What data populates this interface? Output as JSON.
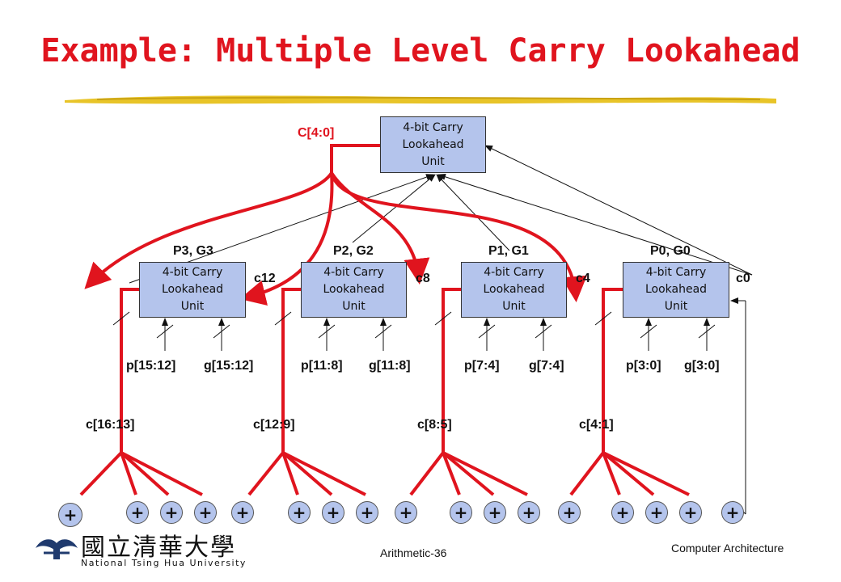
{
  "slide": {
    "title": "Example: Multiple Level Carry Lookahead",
    "top_unit_label": "4-bit Carry\nLookahead\nUnit",
    "top_output_label": "C[4:0]",
    "units": [
      {
        "label": "4-bit Carry\nLookahead\nUnit",
        "pg": "P3, G3",
        "p": "p[15:12]",
        "g": "g[15:12]",
        "c_out": "c[16:13]"
      },
      {
        "label": "4-bit Carry\nLookahead\nUnit",
        "pg": "P2, G2",
        "p": "p[11:8]",
        "g": "g[11:8]",
        "c_out": "c[12:9]"
      },
      {
        "label": "4-bit Carry\nLookahead\nUnit",
        "pg": "P1, G1",
        "p": "p[7:4]",
        "g": "g[7:4]",
        "c_out": "c[8:5]"
      },
      {
        "label": "4-bit Carry\nLookahead\nUnit",
        "pg": "P0, G0",
        "p": "p[3:0]",
        "g": "g[3:0]",
        "c_out": "c[4:1]"
      }
    ],
    "carry_in_labels": [
      "c12",
      "c8",
      "c4",
      "c0"
    ],
    "adder_symbol": "+",
    "adder_count": 17
  },
  "footer": {
    "university_cn": "國立清華大學",
    "university_en": "National Tsing Hua University",
    "page_label": "Arithmetic-36",
    "course": "Computer Architecture"
  },
  "colors": {
    "title": "#e0141e",
    "box_fill": "#b4c4ec",
    "carry_wire": "#e0141e",
    "stroke": "#e8c428"
  }
}
